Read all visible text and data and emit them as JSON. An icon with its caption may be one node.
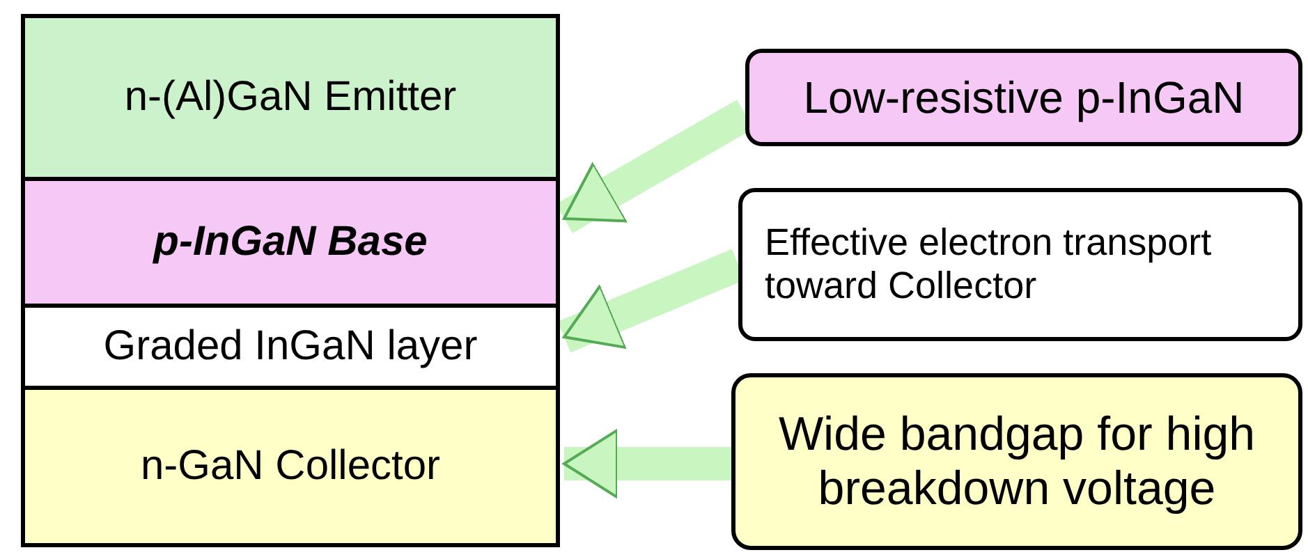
{
  "diagram": {
    "nodes": [
      {
        "text": [
          "n-(Al)GaN Emitter"
        ]
      },
      {
        "text": [
          "p-InGaN Base"
        ]
      },
      {
        "text": [
          "Graded InGaN layer"
        ]
      },
      {
        "text": [
          "n-GaN Collector"
        ]
      },
      {
        "text": [
          "Low-resistive p-InGaN"
        ]
      },
      {
        "text": [
          "Effective electron transport toward Collector"
        ]
      },
      {
        "text": [
          "Wide bandgap for high breakdown voltage"
        ]
      }
    ],
    "edges": [
      {
        "from": 4,
        "to": 1,
        "arrow": "to"
      },
      {
        "from": 5,
        "to": 2,
        "arrow": "to"
      },
      {
        "from": 6,
        "to": 3,
        "arrow": "to"
      }
    ]
  }
}
